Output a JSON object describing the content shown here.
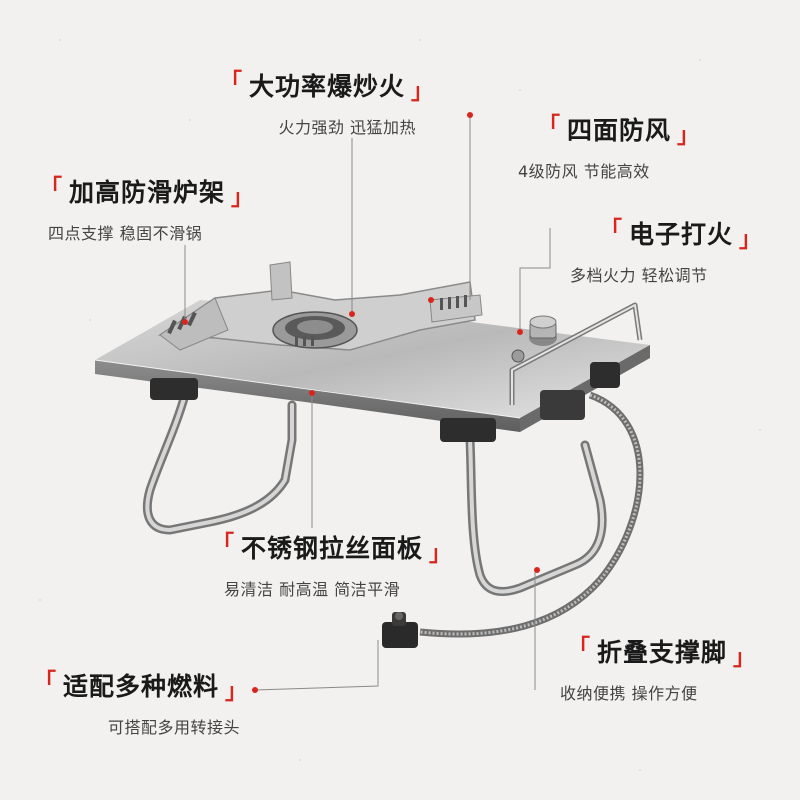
{
  "brackets": {
    "open": "「",
    "close": "」"
  },
  "accent_color": "#d9261c",
  "features": [
    {
      "id": "power",
      "title": "大功率爆炒火",
      "subtitle": "火力强劲 迅猛加热"
    },
    {
      "id": "wind",
      "title": "四面防风",
      "subtitle": "4级防风 节能高效"
    },
    {
      "id": "rack",
      "title": "加高防滑炉架",
      "subtitle": "四点支撑 稳固不滑锅"
    },
    {
      "id": "ignite",
      "title": "电子打火",
      "subtitle": "多档火力 轻松调节"
    },
    {
      "id": "panel",
      "title": "不锈钢拉丝面板",
      "subtitle": "易清洁 耐高温 简洁平滑"
    },
    {
      "id": "legs",
      "title": "折叠支撑脚",
      "subtitle": "收纳便携 操作方便"
    },
    {
      "id": "fuel",
      "title": "适配多种燃料",
      "subtitle": "可搭配多用转接头"
    }
  ]
}
